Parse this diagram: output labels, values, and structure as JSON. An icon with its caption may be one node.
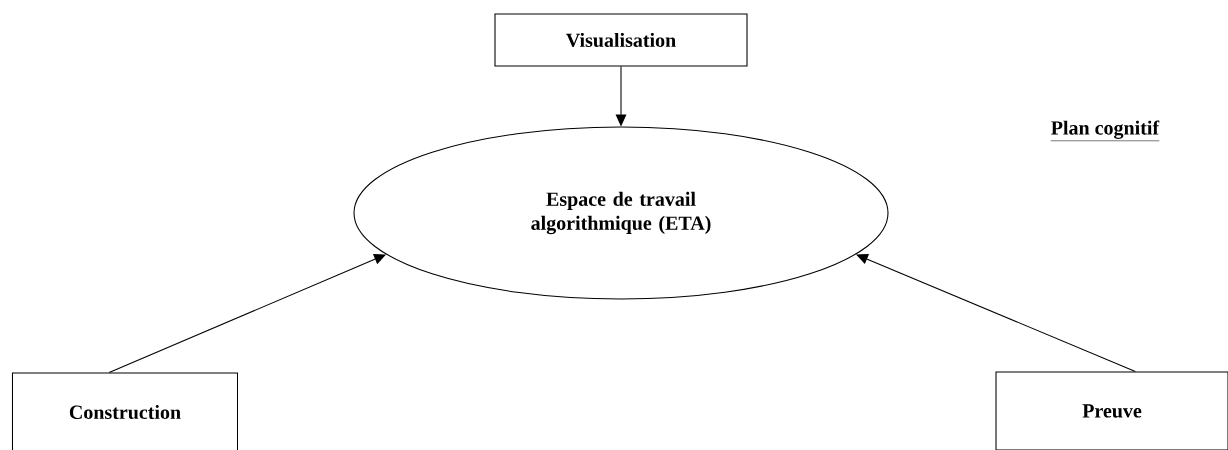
{
  "diagram": {
    "nodes": [
      {
        "text": [
          "Visualisation"
        ]
      },
      {
        "text": [
          "Espace de travail algorithmique (ETA)"
        ]
      },
      {
        "text": [
          "Construction"
        ]
      },
      {
        "text": [
          "Preuve"
        ]
      }
    ],
    "edges": [
      {
        "from": 0,
        "to": 1,
        "arrow": "to"
      },
      {
        "from": 2,
        "to": 1,
        "arrow": "to"
      },
      {
        "from": 3,
        "to": 1,
        "arrow": "to"
      }
    ],
    "labels": [
      "**Plan cognitif**"
    ]
  }
}
